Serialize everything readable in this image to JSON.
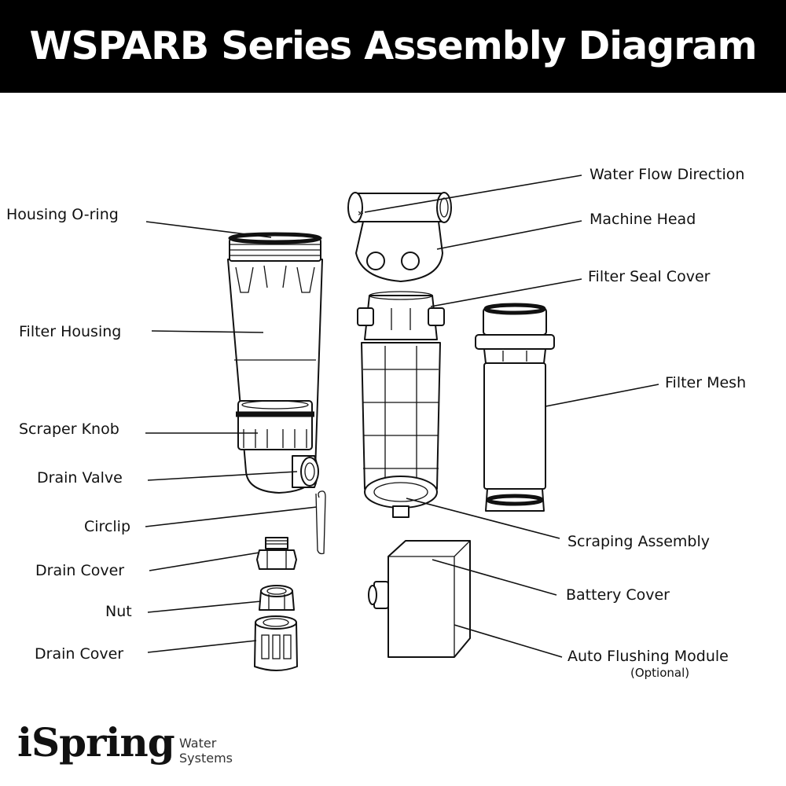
{
  "title": "WSPARB Series Assembly Diagram",
  "labels": {
    "housing_oring": "Housing O-ring",
    "filter_housing": "Filter Housing",
    "scraper_knob": "Scraper Knob",
    "drain_valve": "Drain Valve",
    "circlip": "Circlip",
    "drain_cover_1": "Drain Cover",
    "nut": "Nut",
    "drain_cover_2": "Drain Cover",
    "water_flow_direction": "Water Flow Direction",
    "machine_head": "Machine Head",
    "filter_seal_cover": "Filter Seal Cover",
    "filter_mesh": "Filter Mesh",
    "scraping_assembly": "Scraping Assembly",
    "battery_cover": "Battery Cover",
    "auto_flushing_module": "Auto Flushing Module",
    "optional": "(Optional)"
  },
  "logo": {
    "brand": "iSpring",
    "line1": "Water",
    "line2": "Systems"
  }
}
